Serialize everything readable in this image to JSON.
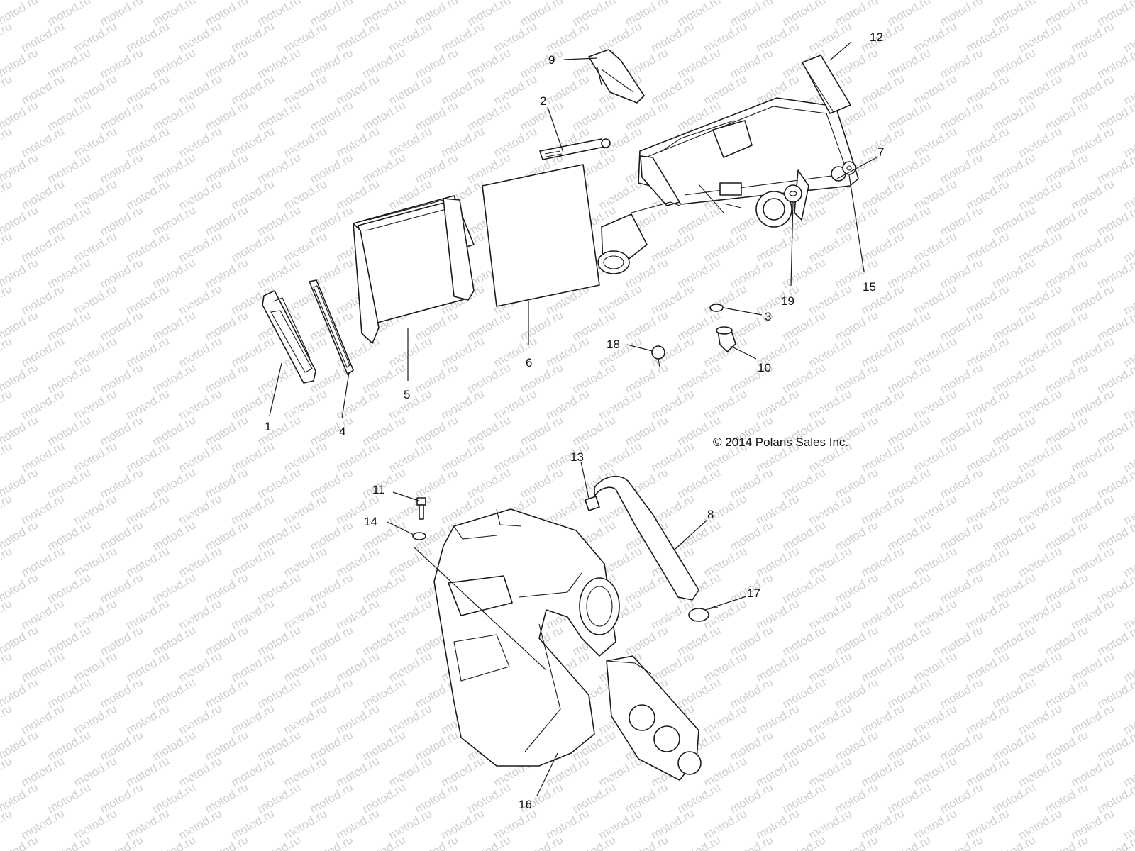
{
  "watermark": "motod.ru",
  "copyright": "© 2014 Polaris Sales Inc.",
  "callouts": {
    "c1": "1",
    "c2": "2",
    "c3": "3",
    "c4": "4",
    "c5": "5",
    "c6": "6",
    "c7": "7",
    "c8": "8",
    "c9": "9",
    "c10": "10",
    "c11": "11",
    "c12": "12",
    "c13": "13",
    "c14": "14",
    "c15": "15",
    "c16": "16",
    "c17": "17",
    "c18": "18",
    "c19": "19"
  }
}
